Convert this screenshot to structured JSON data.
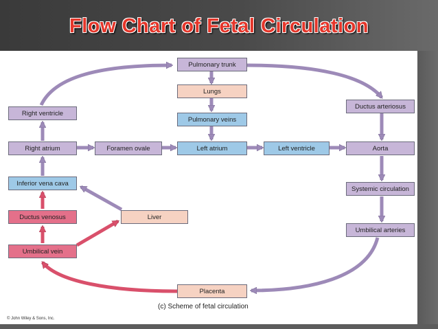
{
  "title": "Flow Chart of Fetal Circulation",
  "caption": "(c) Scheme of fetal circulation",
  "copyright": "© John Wiley & Sons, Inc.",
  "boxes": {
    "pulmonary_trunk": "Pulmonary trunk",
    "lungs": "Lungs",
    "pulmonary_veins": "Pulmonary veins",
    "right_ventricle": "Right ventricle",
    "right_atrium": "Right atrium",
    "foramen_ovale": "Foramen ovale",
    "left_atrium": "Left atrium",
    "left_ventricle": "Left ventricle",
    "ductus_arteriosus": "Ductus arteriosus",
    "aorta": "Aorta",
    "inferior_vena_cava": "Inferior vena cava",
    "systemic_circulation": "Systemic circulation",
    "ductus_venosus": "Ductus venosus",
    "liver": "Liver",
    "umbilical_arteries": "Umbilical arteries",
    "umbilical_vein": "Umbilical vein",
    "placenta": "Placenta"
  },
  "colors": {
    "purple_box": "#c7b6d8",
    "pink_box": "#f6d2c2",
    "blue_box": "#9ec9e7",
    "red_box": "#e4708a",
    "purple_arrow": "#9d8ab8",
    "red_arrow": "#d9506b",
    "title": "#e5362a"
  }
}
